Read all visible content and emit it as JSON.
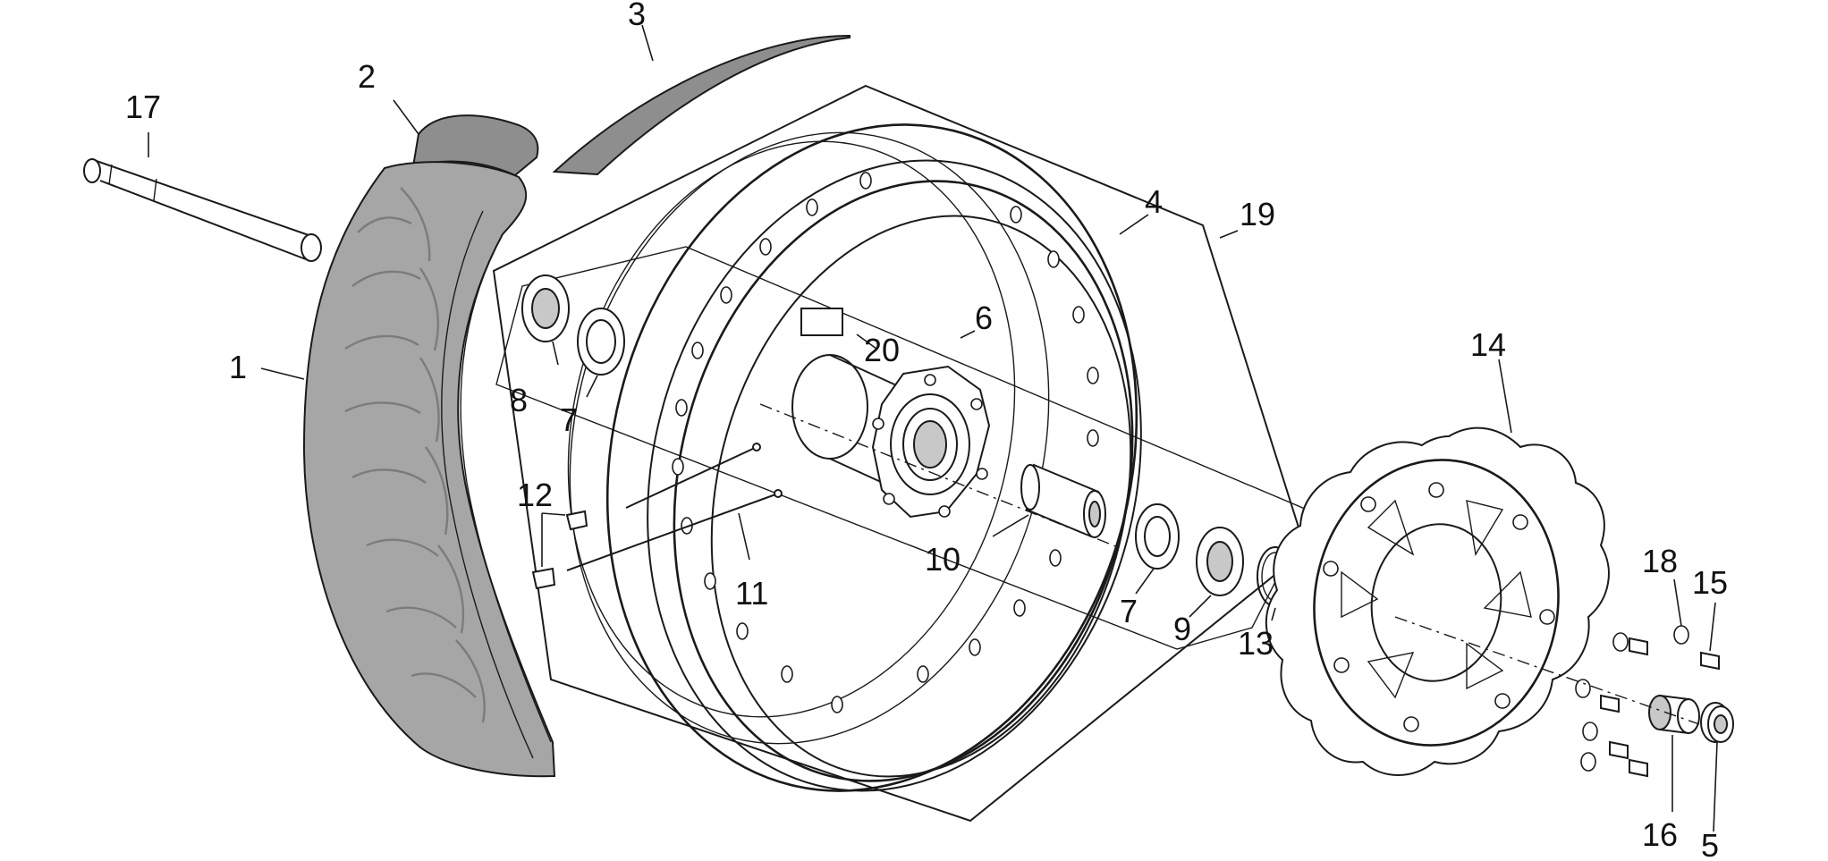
{
  "callouts": [
    {
      "id": "1",
      "text": "1"
    },
    {
      "id": "2",
      "text": "2"
    },
    {
      "id": "3",
      "text": "3"
    },
    {
      "id": "4",
      "text": "4"
    },
    {
      "id": "5",
      "text": "5"
    },
    {
      "id": "6",
      "text": "6"
    },
    {
      "id": "7a",
      "text": "7"
    },
    {
      "id": "7b",
      "text": "7"
    },
    {
      "id": "8",
      "text": "8"
    },
    {
      "id": "9",
      "text": "9"
    },
    {
      "id": "10",
      "text": "10"
    },
    {
      "id": "11",
      "text": "11"
    },
    {
      "id": "12",
      "text": "12"
    },
    {
      "id": "13",
      "text": "13"
    },
    {
      "id": "14",
      "text": "14"
    },
    {
      "id": "15",
      "text": "15"
    },
    {
      "id": "16",
      "text": "16"
    },
    {
      "id": "17",
      "text": "17"
    },
    {
      "id": "18",
      "text": "18"
    },
    {
      "id": "19",
      "text": "19"
    },
    {
      "id": "20",
      "text": "20"
    }
  ],
  "colors": {
    "line": "#1a1a1a",
    "tire": "#a6a6a6",
    "rim_band": "#8e8e8e",
    "background": "#ffffff"
  }
}
